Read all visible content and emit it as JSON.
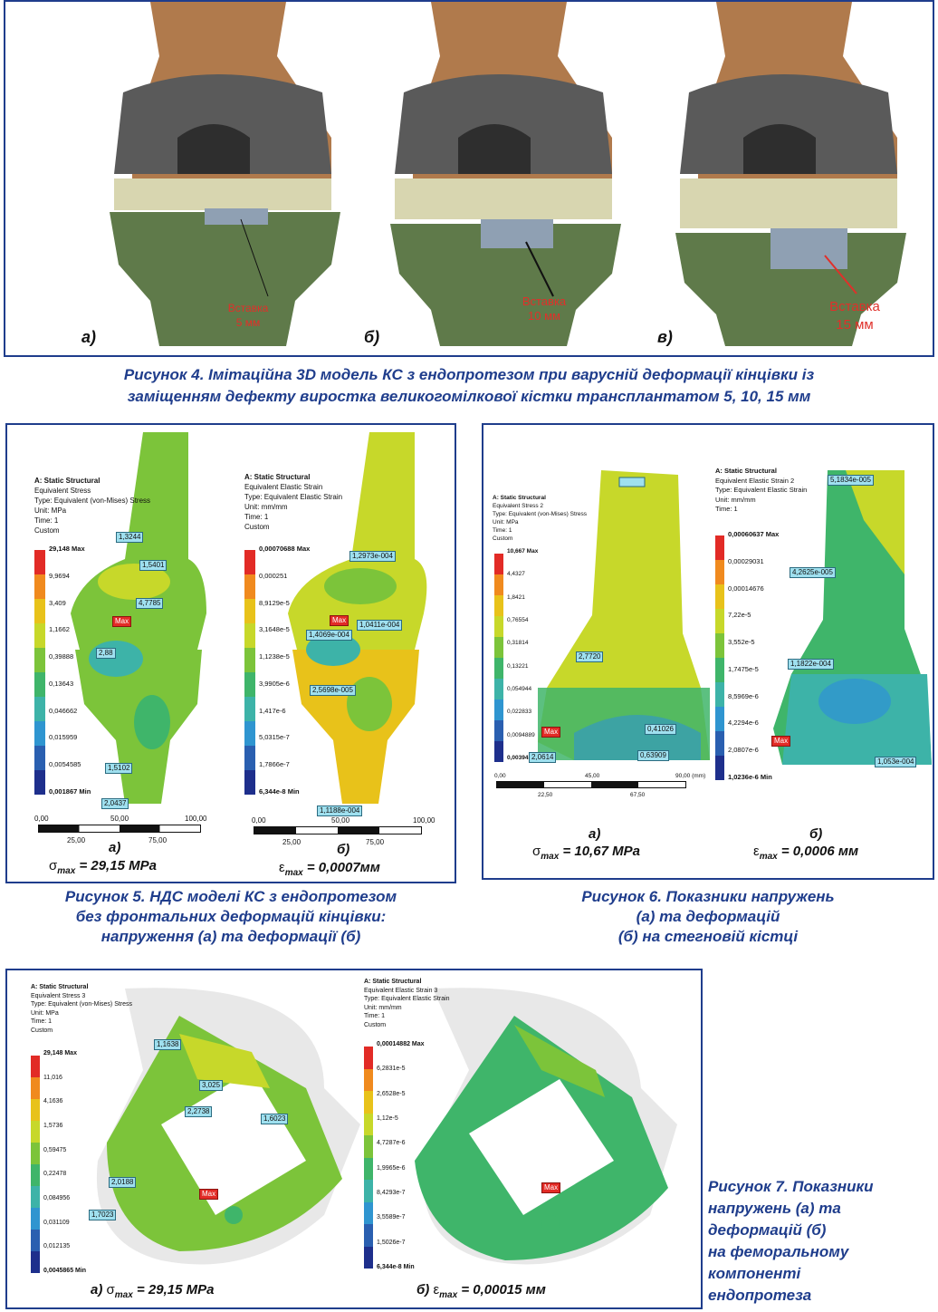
{
  "fig4": {
    "panels": [
      {
        "label": "а)",
        "insert": [
          "Вставка",
          "5 мм"
        ]
      },
      {
        "label": "б)",
        "insert": [
          "Вставка",
          "10 мм"
        ]
      },
      {
        "label": "в)",
        "insert": [
          "Вставка",
          "15 мм"
        ]
      }
    ],
    "caption_line1": "Рисунок 4. Імітаційна 3D модель КС з ендопротезом при варусній деформації кінцівки із",
    "caption_line2": "заміщенням дефекту виростка великогомілкової кістки трансплантатом 5, 10, 15 мм"
  },
  "fig5": {
    "left": {
      "legend": [
        "A: Static Structural",
        "Equivalent Stress",
        "Type: Equivalent (von-Mises) Stress",
        "Unit: MPa",
        "Time: 1",
        "Custom"
      ],
      "scale_values": [
        "29,148 Max",
        "9,9694",
        "3,409",
        "1,1662",
        "0,39888",
        "0,13643",
        "0,046662",
        "0,015959",
        "0,0054585",
        "0,001867 Min"
      ],
      "tags": [
        "1,3244",
        "1,5401",
        "4,7785",
        "Max",
        "2,88",
        "1,5102",
        "2,0437"
      ],
      "scale_ticks_top": [
        "0,00",
        "50,00",
        "100,00"
      ],
      "scale_ticks_bottom": [
        "25,00",
        "75,00"
      ],
      "label": "а)",
      "formula_symbol": "σ",
      "formula_sub": "max",
      "formula_rest": " = 29,15 MPa"
    },
    "right": {
      "legend": [
        "A: Static Structural",
        "Equivalent Elastic Strain",
        "Type: Equivalent Elastic Strain",
        "Unit: mm/mm",
        "Time: 1",
        "Custom"
      ],
      "scale_values": [
        "0,00070688 Max",
        "0,000251",
        "8,9129e-5",
        "3,1648e-5",
        "1,1238e-5",
        "3,9905e-6",
        "1,417e-6",
        "5,0315e-7",
        "1,7866e-7",
        "6,344e-8 Min"
      ],
      "tags": [
        "1,2973e-004",
        "Max",
        "1,0411e-004",
        "1,4069e-004",
        "2,5698e-005",
        "1,1188e-004"
      ],
      "scale_ticks_top": [
        "0,00",
        "50,00",
        "100,00"
      ],
      "scale_ticks_bottom": [
        "25,00",
        "75,00"
      ],
      "label": "б)",
      "formula_symbol": "ε",
      "formula_sub": "max",
      "formula_rest": " = 0,0007мм"
    },
    "caption": [
      "Рисунок 5. НДС моделі КС з ендопротезом",
      "без фронтальних деформацій кінцівки:",
      "напруження (а) та деформації (б)"
    ]
  },
  "fig6": {
    "left": {
      "legend": [
        "A: Static Structural",
        "Equivalent Stress 2",
        "Type: Equivalent (von-Mises) Stress",
        "Unit: MPa",
        "Time: 1",
        "Custom"
      ],
      "scale_values": [
        "10,667 Max",
        "4,4327",
        "1,8421",
        "0,76554",
        "0,31814",
        "0,13221",
        "0,054944",
        "0,022833",
        "0,0094889",
        "0,0039433 Min"
      ],
      "tags": [
        "2,7720",
        "Max",
        "2,0614",
        "0,41026",
        "0,63909"
      ],
      "scale_ticks_top": [
        "0,00",
        "45,00",
        "90,00 (mm)"
      ],
      "scale_ticks_bottom": [
        "22,50",
        "67,50"
      ],
      "label": "а)",
      "formula_symbol": "σ",
      "formula_sub": "max",
      "formula_rest": " = 10,67 MPa"
    },
    "right": {
      "legend": [
        "A: Static Structural",
        "Equivalent Elastic Strain 2",
        "Type: Equivalent Elastic Strain",
        "Unit: mm/mm",
        "Time: 1"
      ],
      "scale_values": [
        "0,00060637 Max",
        "0,00029031",
        "0,00014676",
        "7,22e-5",
        "3,552e-5",
        "1,7475e-5",
        "8,5969e-6",
        "4,2294e-6",
        "2,0807e-6",
        "1,0236e-6 Min"
      ],
      "tags": [
        "5,1834e-005",
        "4,2625e-005",
        "1,1822e-004",
        "Max",
        "1,053e-004"
      ],
      "label": "б)",
      "formula_symbol": "ε",
      "formula_sub": "max",
      "formula_rest": " = 0,0006 мм"
    },
    "caption": [
      "Рисунок 6. Показники напружень",
      "(а) та деформацій",
      "(б) на стегновій кістці"
    ]
  },
  "fig7": {
    "left": {
      "legend": [
        "A: Static Structural",
        "Equivalent Stress 3",
        "Type: Equivalent (von-Mises) Stress",
        "Unit: MPa",
        "Time: 1",
        "Custom"
      ],
      "scale_values": [
        "29,148 Max",
        "11,016",
        "4,1636",
        "1,5736",
        "0,59475",
        "0,22478",
        "0,084956",
        "0,031109",
        "0,012135",
        "0,0045865 Min"
      ],
      "tags": [
        "1,1638",
        "3,025",
        "2,2738",
        "1,6023",
        "2,0188",
        "Max",
        "1,7023"
      ],
      "label": "а) ",
      "formula_symbol": "σ",
      "formula_sub": "max",
      "formula_rest": " = 29,15 MPa"
    },
    "right": {
      "legend": [
        "A: Static Structural",
        "Equivalent Elastic Strain 3",
        "Type: Equivalent Elastic Strain",
        "Unit: mm/mm",
        "Time: 1",
        "Custom"
      ],
      "scale_values": [
        "0,00014882 Max",
        "6,2831e-5",
        "2,6528e-5",
        "1,12e-5",
        "4,7287e-6",
        "1,9965e-6",
        "8,4293e-7",
        "3,5589e-7",
        "1,5026e-7",
        "6,344e-8 Min"
      ],
      "tags": [
        "Max"
      ],
      "label": "б) ",
      "formula_symbol": "ε",
      "formula_sub": "max",
      "formula_rest": " = 0,00015 мм"
    },
    "caption": [
      "Рисунок 7. Показники",
      "напружень (а) та",
      "деформацій (б)",
      "на феморальному",
      "компоненті",
      "ендопротеза"
    ]
  },
  "colors": {
    "frame": "#1f3d8c",
    "caption": "#1f3d8c",
    "insert": "#e0302a",
    "bone": "#5f7a4a",
    "femur": "#b07a4c",
    "metal": "#5a5a5a",
    "liner": "#d8d6b0"
  },
  "colormap": [
    "#e22b26",
    "#f08a1e",
    "#e8c21a",
    "#c7d82a",
    "#7cc43a",
    "#3fb56a",
    "#3db3a8",
    "#2f95d0",
    "#2a5fb0",
    "#1e2f8c"
  ]
}
